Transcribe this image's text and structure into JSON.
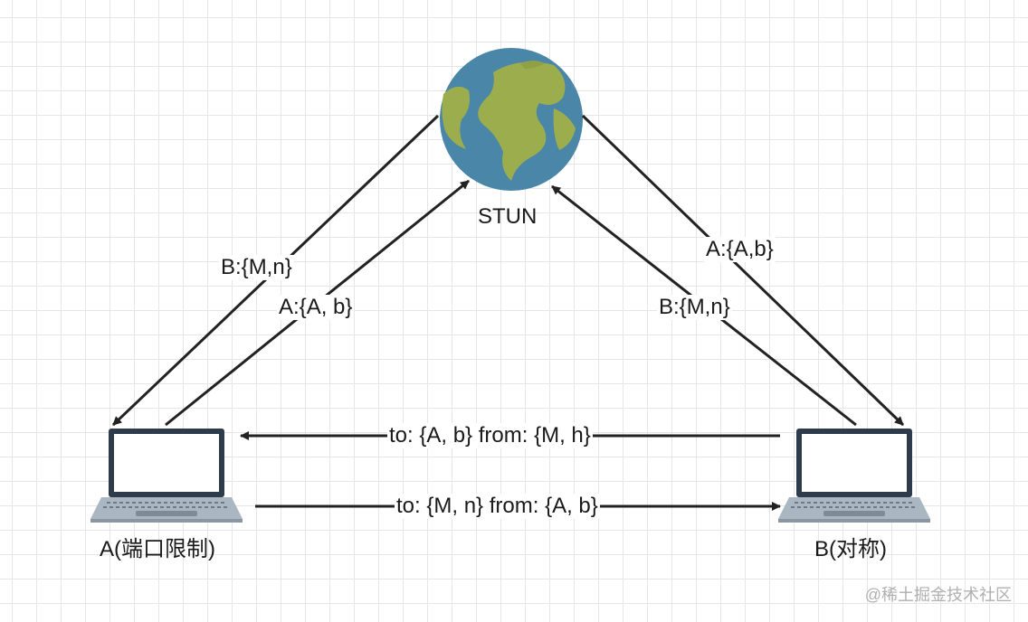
{
  "nodes": {
    "stun": {
      "label": "STUN",
      "icon": "globe-icon"
    },
    "a": {
      "label": "A(端口限制)",
      "icon": "laptop-icon"
    },
    "b": {
      "label": "B(对称)",
      "icon": "laptop-icon"
    }
  },
  "edges": {
    "stun_to_a": "B:{M,n}",
    "a_to_stun": "A:{A, b}",
    "stun_to_b": "A:{A,b}",
    "b_to_stun": "B:{M,n}",
    "b_to_a": "to: {A, b} from: {M, h}",
    "a_to_b": "to: {M, n} from: {A, b}"
  },
  "colors": {
    "line": "#222222",
    "ocean": "#4a86a8",
    "land": "#9cad4e",
    "laptop_frame": "#2e3b4a",
    "laptop_base": "#aab6c2"
  },
  "watermark": "@稀土掘金技术社区"
}
